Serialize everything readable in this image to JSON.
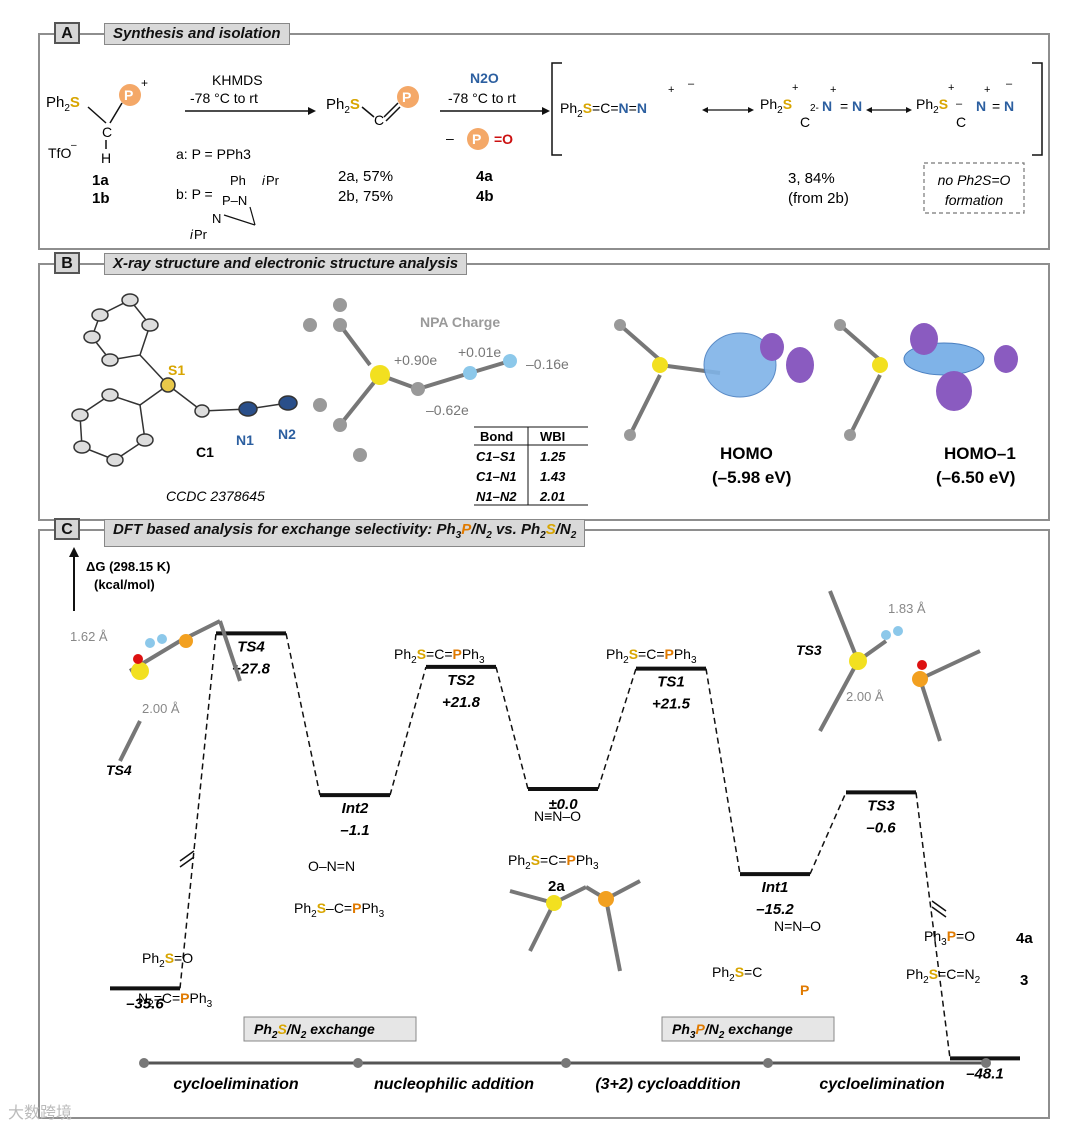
{
  "panels": {
    "a": {
      "tag": "A",
      "title": "Synthesis and isolation"
    },
    "b": {
      "tag": "B",
      "title": "X-ray structure and electronic structure analysis"
    },
    "c": {
      "tag": "C",
      "title_prefix": "DFT based analysis for exchange selectivity: Ph",
      "title_mid": "P/N",
      "title_mid2": " vs. Ph",
      "title_mid3": "S/N"
    }
  },
  "scheme_a": {
    "step1_reagent": "KHMDS",
    "step1_conditions": "-78 °C to rt",
    "step2_reagent": "N2O",
    "step2_conditions": "-78 °C to rt",
    "byproduct_label": "– P=O",
    "compound_1a": "1a",
    "compound_1b": "1b",
    "tfo": "TfO",
    "h_label": "H",
    "def_a": "a: P = PPh3",
    "def_b": "b: P =",
    "yield_2a": "2a, 57%",
    "yield_2b": "2b, 75%",
    "compound_4a": "4a",
    "compound_4b": "4b",
    "product_3": "3, 84%",
    "product_3_note": "(from 2b)",
    "no_formation_line1": "no Ph2S=O",
    "no_formation_line2": "formation"
  },
  "panel_b": {
    "atoms": [
      "S1",
      "C1",
      "N1",
      "N2"
    ],
    "ccdc": "CCDC 2378645",
    "npa_title": "NPA Charge",
    "charges": [
      "+0.90e",
      "+0.01e",
      "–0.16e",
      "–0.62e"
    ],
    "wbi_headers": [
      "Bond",
      "WBI"
    ],
    "wbi_rows": [
      {
        "bond": "C1–S1",
        "value": "1.25"
      },
      {
        "bond": "C1–N1",
        "value": "1.43"
      },
      {
        "bond": "N1–N2",
        "value": "2.01"
      }
    ],
    "homo_label": "HOMO",
    "homo_energy": "(–5.98 eV)",
    "homo1_label": "HOMO–1",
    "homo1_energy": "(–6.50 eV)"
  },
  "panel_c": {
    "axis_label_1": "ΔG (298.15 K)",
    "axis_label_2": "(kcal/mol)",
    "states": [
      {
        "name": "",
        "value": "–35.6",
        "energy": -35.6
      },
      {
        "name": "TS4",
        "value": "+27.8",
        "energy": 27.8
      },
      {
        "name": "Int2",
        "value": "–1.1",
        "energy": -1.1
      },
      {
        "name": "TS2",
        "value": "+21.8",
        "energy": 21.8
      },
      {
        "name": "",
        "value": "±0.0",
        "energy": 0.0
      },
      {
        "name": "TS1",
        "value": "+21.5",
        "energy": 21.5
      },
      {
        "name": "Int1",
        "value": "–15.2",
        "energy": -15.2
      },
      {
        "name": "TS3",
        "value": "–0.6",
        "energy": -0.6
      },
      {
        "name": "",
        "value": "–48.1",
        "energy": -48.1
      }
    ],
    "dist_ts4_a": "1.62 Å",
    "dist_ts4_b": "2.00 Å",
    "dist_ts3_a": "1.83 Å",
    "dist_ts3_b": "2.00 Å",
    "label_2a": "2a",
    "label_4a": "4a",
    "label_3": "3",
    "exchange_left": "S/N",
    "exchange_right": "P/N",
    "exchange_word": " exchange",
    "steps": [
      "cycloelimination",
      "nucleophilic addition",
      "(3+2) cycloaddition",
      "cycloelimination"
    ]
  },
  "colors": {
    "sulfur": "#e0b000",
    "phosphorus": "#e07a00",
    "nitrogen": "#2c5fa0",
    "oxygen": "#cc1111",
    "orbital_blue": "#7fb3e8",
    "orbital_purple": "#8a5bc0"
  },
  "watermark": "大数跨境"
}
